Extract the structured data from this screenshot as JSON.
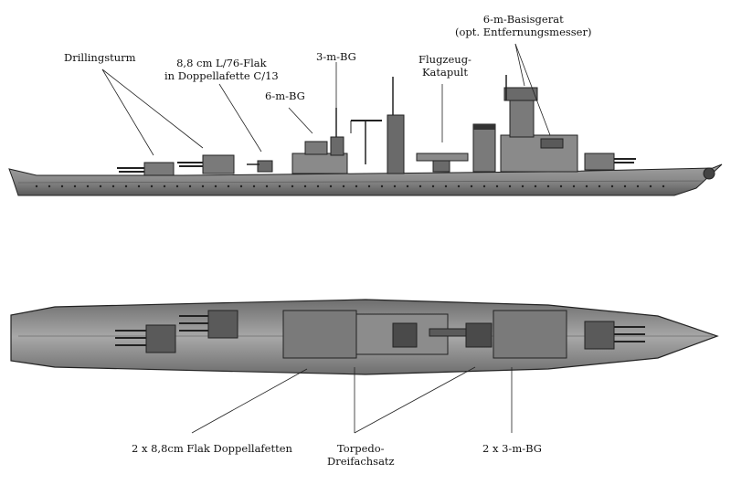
{
  "labels": {
    "drillingsturm": "Drillingsturm",
    "flak_line1": "8,8 cm L/76-Flak",
    "flak_line2": "in Doppellafette C/13",
    "bg3m": "3-m-BG",
    "bg6m": "6-m-BG",
    "flugzeug_line1": "Flugzeug-",
    "flugzeug_line2": "Katapult",
    "basis_line1": "6-m-Basisgerat",
    "basis_line2": "(opt. Entfernungsmesser)",
    "flak_doppel": "2 x 8,8cm Flak Doppellafetten",
    "torpedo_line1": "Torpedo-",
    "torpedo_line2": "Dreifachsatz",
    "bg3m_pair": "2  x 3-m-BG"
  },
  "colors": {
    "hull": "#8c8c8c",
    "hull_dark": "#3a3a3a",
    "deck": "#9a9a9a",
    "line": "#222222"
  }
}
